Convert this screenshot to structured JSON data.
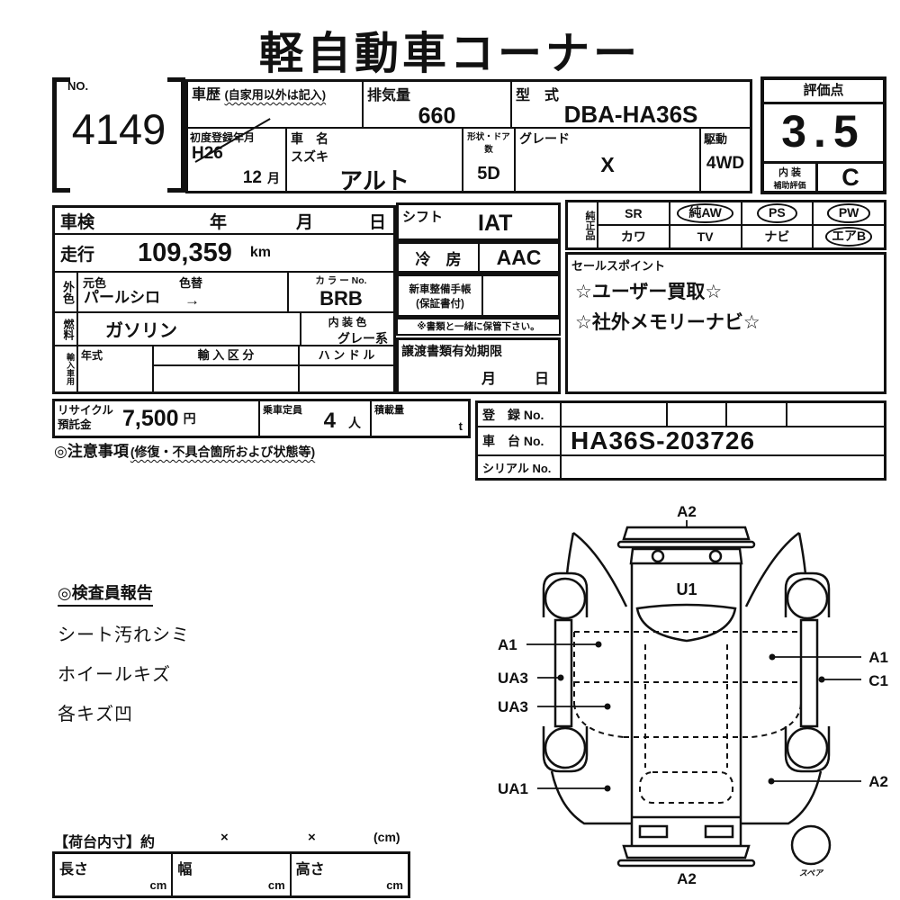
{
  "title": "軽自動車コーナー",
  "no_box": {
    "label": "NO.",
    "value": "4149"
  },
  "header": {
    "history_label": "車歴",
    "history_note": "(自家用以外は記入)",
    "displacement_label": "排気量",
    "displacement_value": "660",
    "model_code_label": "型　式",
    "model_code_value": "DBA-HA36S",
    "first_reg_label": "初度登録年月",
    "first_reg_year": "H26",
    "first_reg_month": "12",
    "first_reg_month_suffix": "月",
    "car_name_label": "車　名",
    "car_maker": "スズキ",
    "car_model": "アルト",
    "body_doors_label": "形状・ドア数",
    "body_doors_value": "5D",
    "grade_label": "グレード",
    "grade_value": "X",
    "drive_label": "駆動",
    "drive_value": "4WD"
  },
  "rating": {
    "label": "評価点",
    "score": "3.5",
    "interior_line1": "内 装",
    "interior_line2": "補助評価",
    "interior_grade": "C"
  },
  "info": {
    "shaken_label": "車検",
    "shaken_year": "年",
    "shaken_month": "月",
    "shaken_day": "日",
    "mileage_label": "走行",
    "mileage_value": "109,359",
    "mileage_unit": "km",
    "ext_color_label": "外色",
    "orig_color_label": "元色",
    "color_change_label": "色替",
    "ext_color_value": "パールシロ",
    "color_change_arrow": "→",
    "color_no_label": "カ ラ ー No.",
    "color_no_value": "BRB",
    "fuel_label": "燃料",
    "fuel_value": "ガソリン",
    "interior_color_label": "内 装 色",
    "interior_color_value": "グレー系",
    "import_label": "輸入車用",
    "year_type_label": "年式",
    "import_class_label": "輸 入 区 分",
    "handle_label": "ハ ン ド ル"
  },
  "mid": {
    "shift_label": "シフト",
    "shift_value": "IAT",
    "ac_label": "冷　房",
    "ac_value": "AAC",
    "book_label1": "新車整備手帳",
    "book_label2": "(保証書付)",
    "keep_note": "※書類と一緒に保管下さい。",
    "transfer_label": "譲渡書類有効期限",
    "transfer_month": "月",
    "transfer_day": "日"
  },
  "genuine": {
    "label": "純正品",
    "row1": [
      "SR",
      "純AW",
      "PS",
      "PW"
    ],
    "row2": [
      "カワ",
      "TV",
      "ナビ",
      "エアB"
    ]
  },
  "sales": {
    "label": "セールスポイント",
    "lines": [
      "☆ユーザー買取☆",
      "☆社外メモリーナビ☆"
    ]
  },
  "recycle": {
    "label1": "リサイクル",
    "label2": "預託金",
    "deposit_value": "7,500",
    "deposit_unit": "円",
    "capacity_label": "乗車定員",
    "capacity_value": "4",
    "capacity_unit": "人",
    "load_label": "積載量",
    "load_unit": "t"
  },
  "caution": {
    "title": "◎注意事項",
    "note": "(修復・不具合箇所および状態等)"
  },
  "registration": {
    "reg_no_label": "登　録 No.",
    "chassis_no_label": "車　台 No.",
    "chassis_no_value": "HA36S-203726",
    "serial_no_label": "シリアル No."
  },
  "inspector": {
    "title": "◎検査員報告",
    "lines": [
      "シート汚れシミ",
      "ホイールキズ",
      "各キズ凹"
    ]
  },
  "diagram": {
    "front_bumper": "A2",
    "hood": "U1",
    "left_front_door": "A1",
    "right_front_door": "A1",
    "left_sill_1": "UA3",
    "left_sill_2": "UA3",
    "right_sill": "C1",
    "left_rear_door": "UA1",
    "right_rear_fender": "A2",
    "rear_bumper": "A2",
    "spare": "スペア"
  },
  "cargo": {
    "header_label": "【荷台内寸】約",
    "x1": "×",
    "x2": "×",
    "unit_note": "(cm)",
    "length_label": "長さ",
    "width_label": "幅",
    "height_label": "高さ",
    "unit": "cm"
  }
}
